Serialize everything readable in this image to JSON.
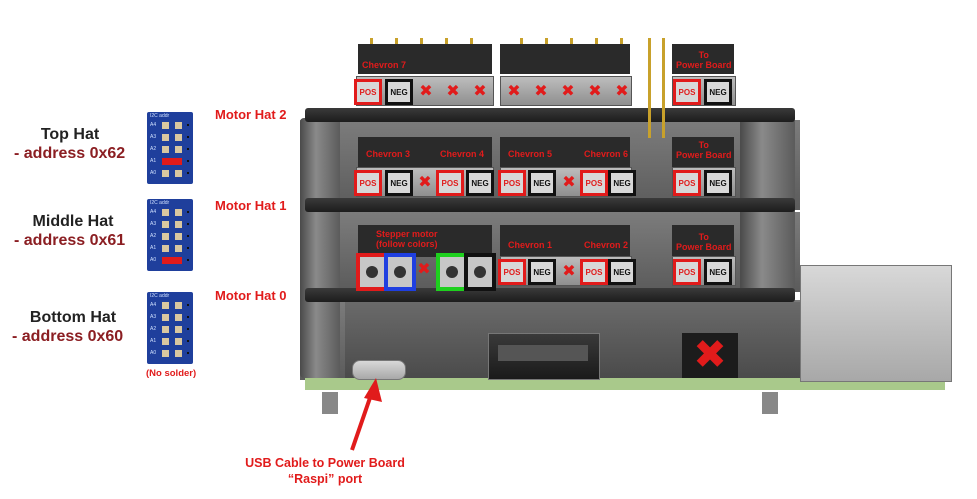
{
  "left_panel": {
    "top_hat": {
      "title": "Top Hat",
      "address": "- address 0x62"
    },
    "middle_hat": {
      "title": "Middle Hat",
      "address": "- address 0x61"
    },
    "bottom_hat": {
      "title": "Bottom Hat",
      "address": "- address 0x60"
    },
    "no_solder": "(No solder)",
    "board_header": "I2C addr",
    "jumper_labels": [
      "A4",
      "A3",
      "A2",
      "A1",
      "A0"
    ]
  },
  "motor_hat_labels": {
    "hat2": "Motor Hat 2",
    "hat1": "Motor Hat 1",
    "hat0": "Motor Hat 0"
  },
  "terminals": {
    "top": {
      "chevron": "Chevron 7",
      "power": "To\nPower Board"
    },
    "middle": {
      "chevron3": "Chevron 3",
      "chevron4": "Chevron 4",
      "chevron5": "Chevron 5",
      "chevron6": "Chevron 6",
      "power": "To\nPower Board"
    },
    "bottom": {
      "stepper": "Stepper motor\n(follow colors)",
      "chevron1": "Chevron 1",
      "chevron2": "Chevron 2",
      "power": "To\nPower Board"
    },
    "pos": "POS",
    "neg": "NEG"
  },
  "usb_callout": {
    "line1": "USB Cable to Power Board",
    "line2": "“Raspi” port"
  },
  "colors": {
    "accent_red": "#e11b1b",
    "address_red": "#8b1e22",
    "stepper_blue": "#1f3fe0",
    "stepper_green": "#1ed01e"
  }
}
